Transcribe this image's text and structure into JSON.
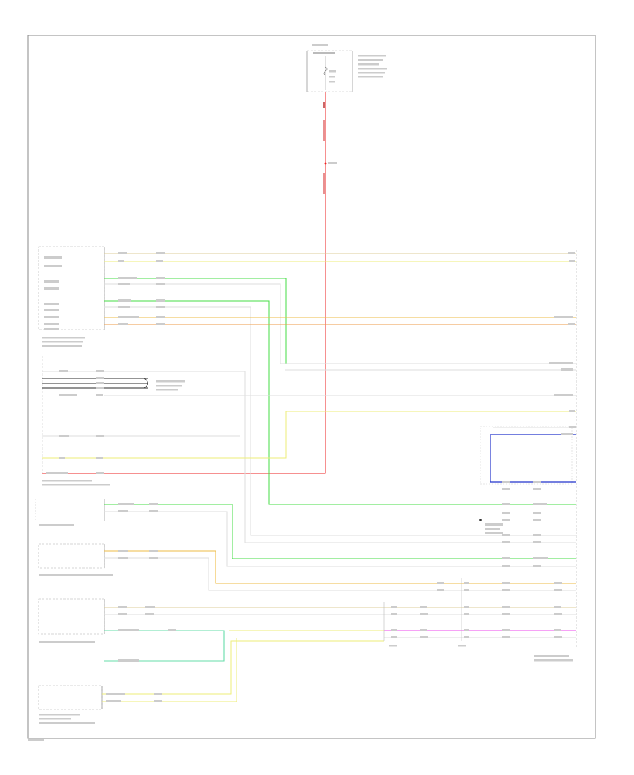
{
  "colors": {
    "red": "#ee2222",
    "yellow": "#eeee77",
    "green": "#44dd44",
    "teal": "#66ddaa",
    "orange": "#ee9944",
    "amber": "#eebb44",
    "magenta": "#ee44ee",
    "blue": "#2233cc",
    "tan": "#ddcc99",
    "gray": "#dddddd"
  },
  "wires": [
    {
      "name": "red",
      "color": "#ee2222"
    },
    {
      "name": "yellow",
      "color": "#eeee77"
    },
    {
      "name": "green",
      "color": "#44dd44"
    },
    {
      "name": "teal",
      "color": "#66ddaa"
    },
    {
      "name": "orange",
      "color": "#ee9944"
    },
    {
      "name": "amber",
      "color": "#eebb44"
    },
    {
      "name": "magenta",
      "color": "#ee44ee"
    },
    {
      "name": "blue",
      "color": "#2233cc"
    },
    {
      "name": "tan",
      "color": "#ddcc99"
    },
    {
      "name": "gray",
      "color": "#dddddd"
    }
  ]
}
